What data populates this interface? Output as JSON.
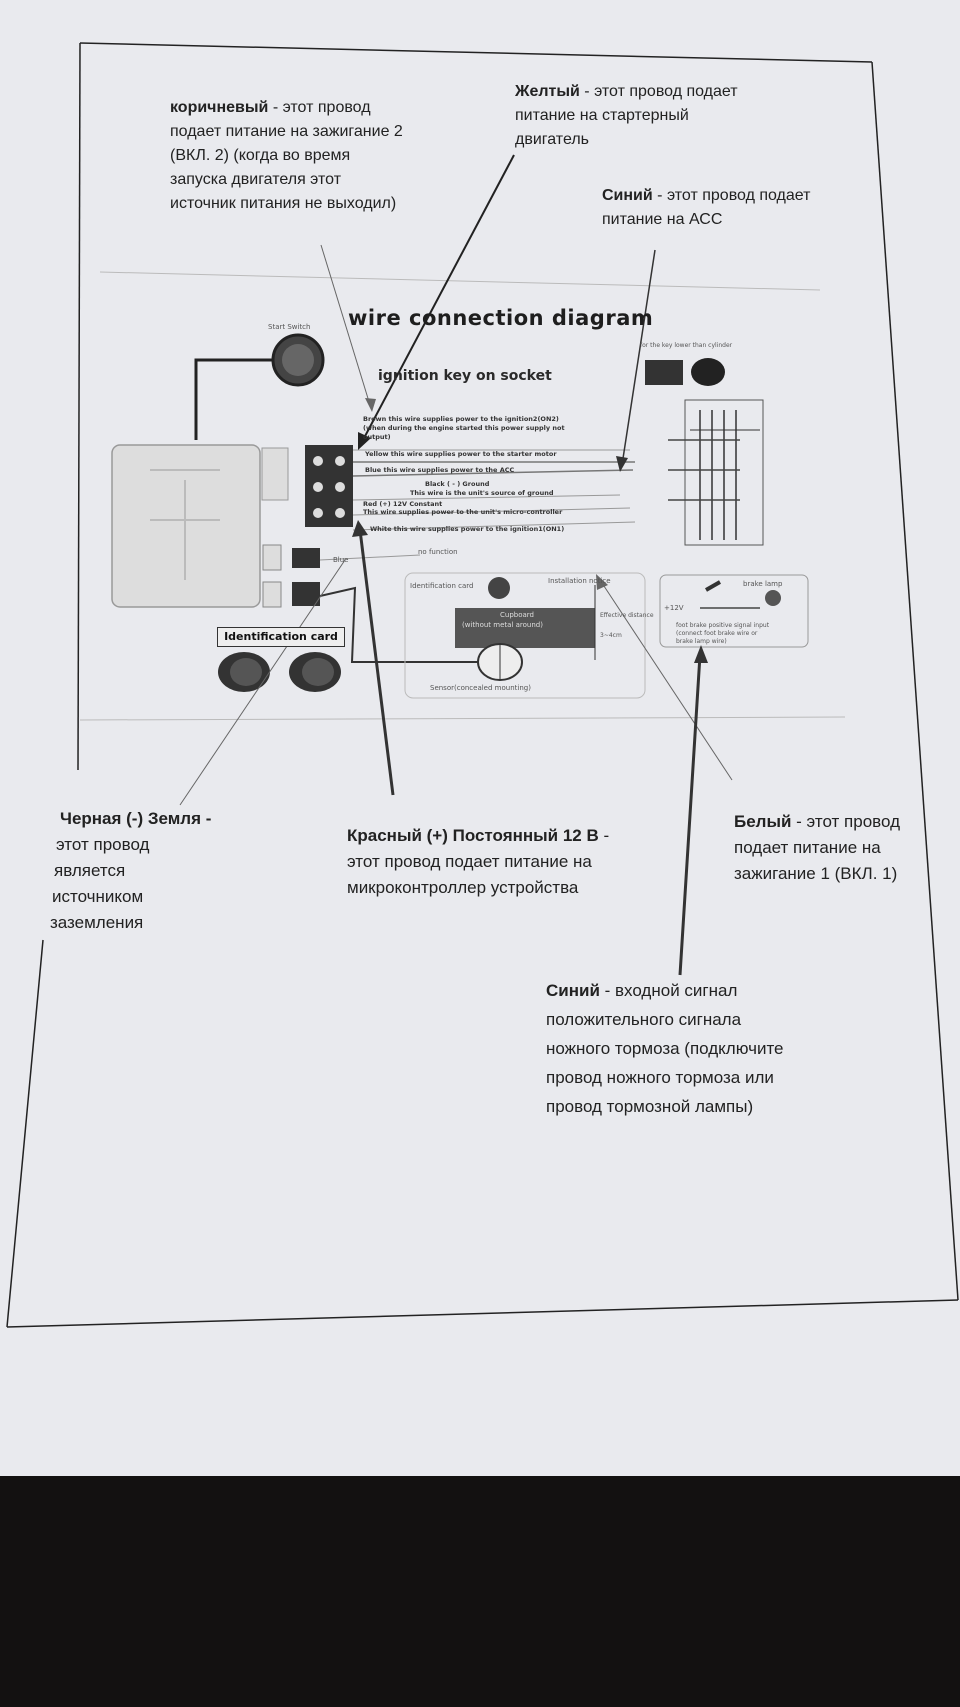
{
  "notes": {
    "brown": {
      "bold": "коричневый",
      "rest": " - этот провод",
      "l2": "подает питание на зажигание 2",
      "l3": "(ВКЛ. 2) (когда во время",
      "l4": "запуска двигателя этот",
      "l5": "источник питания не выходил)"
    },
    "yellow": {
      "bold": "Желтый",
      "rest": " - этот провод подает",
      "l2": "питание на стартерный",
      "l3": "двигатель"
    },
    "blue_acc": {
      "bold": "Синий",
      "rest": " - этот провод подает",
      "l2": "питание на АСС"
    },
    "black": {
      "bold": "Черная (-) Земля -",
      "l2": "этот провод",
      "l3": "является",
      "l4": "источником",
      "l5": "заземления"
    },
    "red": {
      "bold": "Красный (+) Постоянный 12 В",
      "rest": " -",
      "l2": "этот провод подает питание на",
      "l3": "микроконтроллер устройства"
    },
    "white": {
      "bold": "Белый",
      "rest": " - этот провод",
      "l2": "подает питание на",
      "l3": "зажигание 1 (ВКЛ. 1)"
    },
    "blue_brake": {
      "bold": "Синий",
      "rest": " - входной сигнал",
      "l2": "положительного сигнала",
      "l3": "ножного тормоза (подключите",
      "l4": "провод ножного тормоза или",
      "l5": "провод тормозной лампы)"
    }
  },
  "diagram": {
    "title": "wire connection diagram",
    "subtitle": "ignition key on socket",
    "start_switch": "Start Switch",
    "wires": {
      "brown": "Brown  this wire supplies power to the ignition2(ON2)",
      "brown2": "(when during the engine started this power supply not",
      "brown3": "output)",
      "yellow": "Yellow  this wire supplies power to the starter motor",
      "blue": "Blue  this wire supplies power to the ACC",
      "black": "Black ( - ) Ground",
      "black2": "This wire is the unit's source of ground",
      "red": "Red (+) 12V Constant",
      "red2": "This wire supplies power to the unit's micro-controller",
      "white": "White  this wire supplies power to the ignition1(ON1)",
      "no_function": "no function",
      "blue_small": "Blue"
    },
    "identification_card": "Identification card",
    "id_card_small": "Identification card",
    "installation_notice": "Installation notice",
    "cupboard": "Cupboard",
    "cupboard2": "(without metal around)",
    "effective_distance": "Effective distance",
    "distance_value": "3~4cm",
    "sensor": "Sensor(concealed mounting)",
    "brake_lamp": "brake lamp",
    "v12": "+12V",
    "foot_brake": "foot brake positive signal input",
    "foot_brake2": "(connect foot brake wire or",
    "foot_brake3": "brake lamp wire)",
    "for_key": "for the key lower than cylinder"
  }
}
